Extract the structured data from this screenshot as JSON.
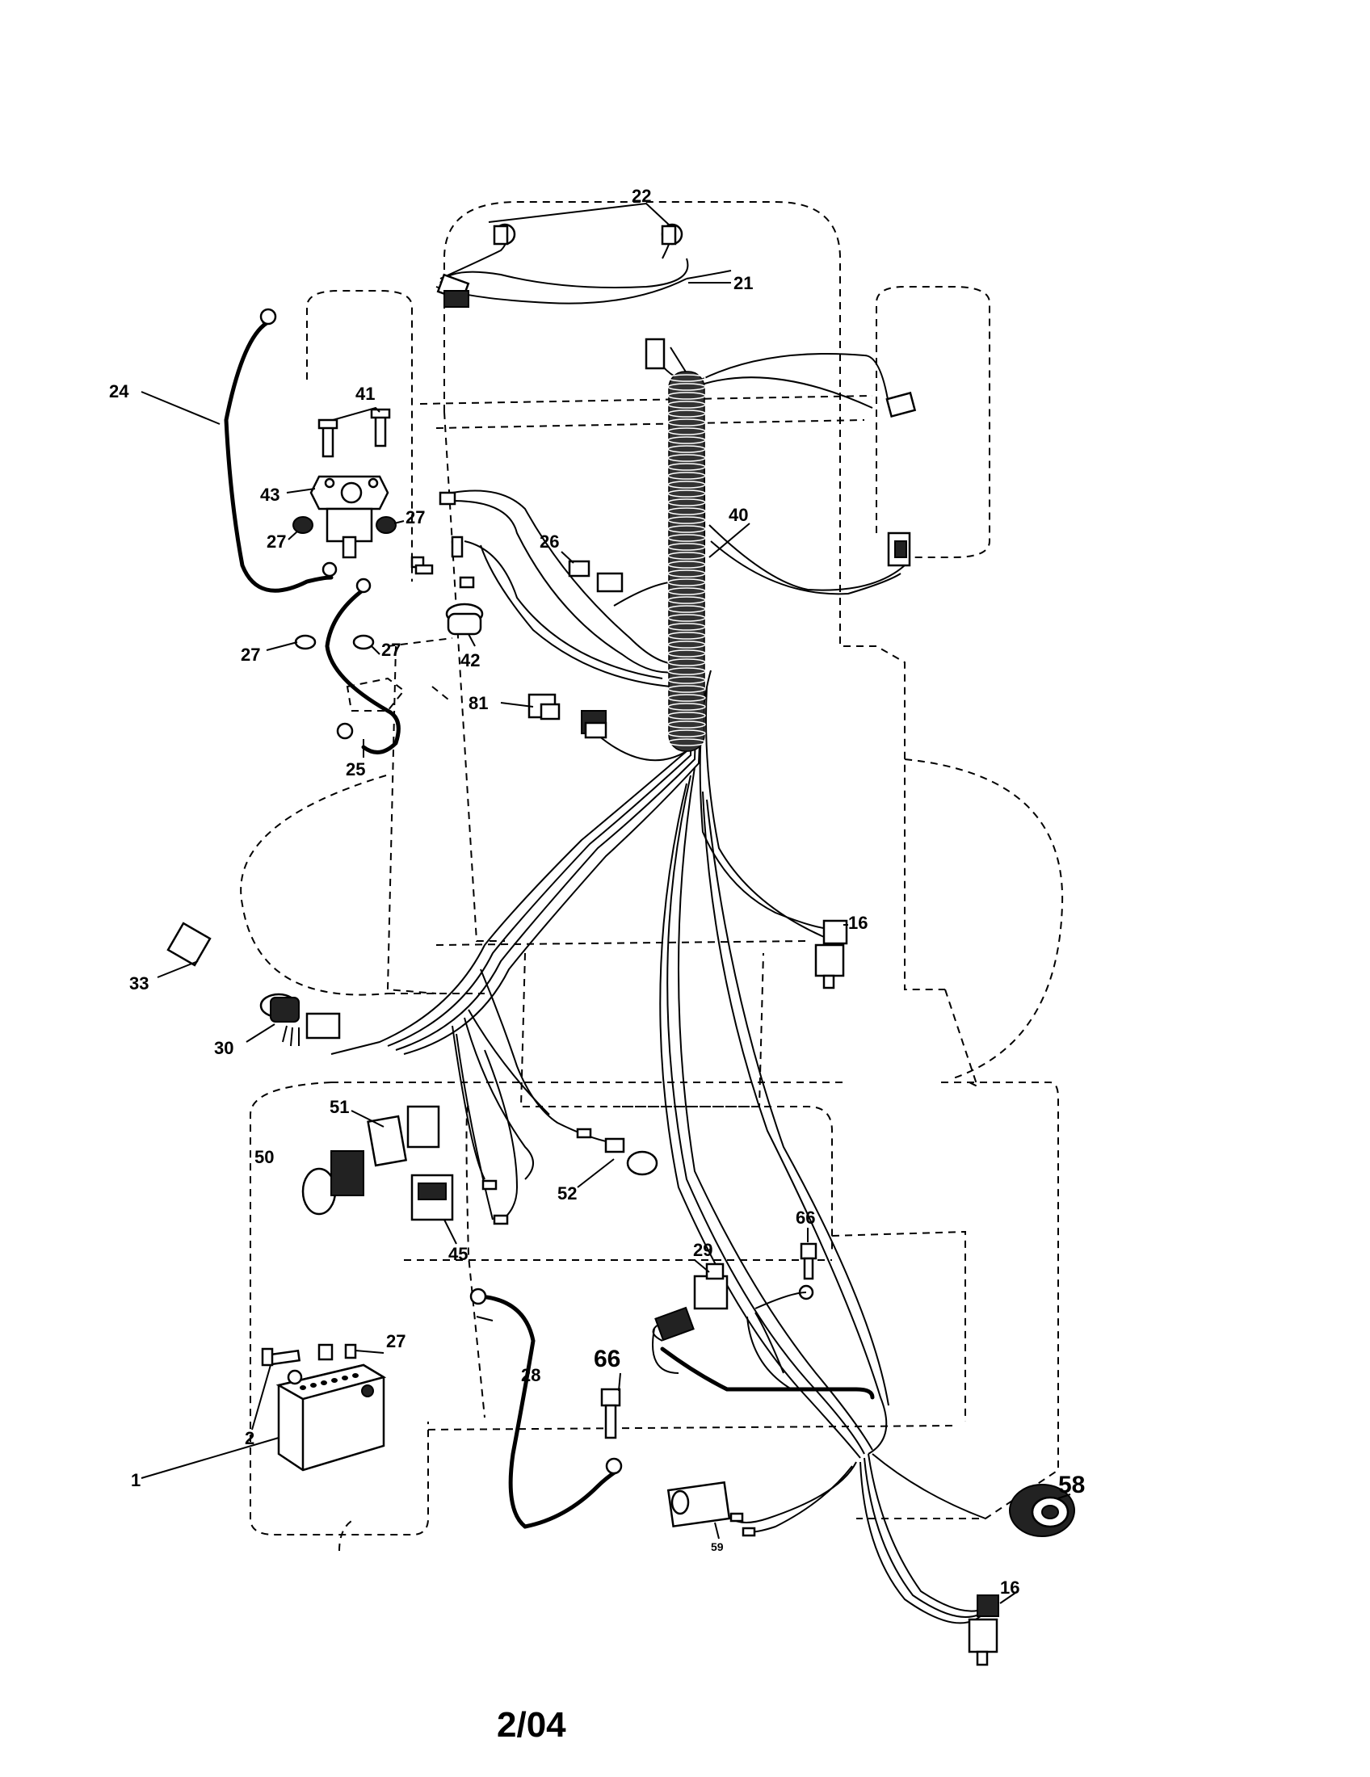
{
  "labels": {
    "l1": "1",
    "l2": "2",
    "l16a": "16",
    "l16b": "16",
    "l21": "21",
    "l22": "22",
    "l24": "24",
    "l25": "25",
    "l26": "26",
    "l27a": "27",
    "l27b": "27",
    "l27c": "27",
    "l27d": "27",
    "l27e": "27",
    "l28": "28",
    "l29": "29",
    "l30": "30",
    "l33": "33",
    "l40": "40",
    "l41": "41",
    "l42": "42",
    "l43": "43",
    "l45": "45",
    "l50": "50",
    "l51": "51",
    "l52": "52",
    "l58": "58",
    "l59": "59",
    "l66a": "66",
    "l66b": "66",
    "l81": "81"
  },
  "footer": {
    "date": "2/04"
  }
}
